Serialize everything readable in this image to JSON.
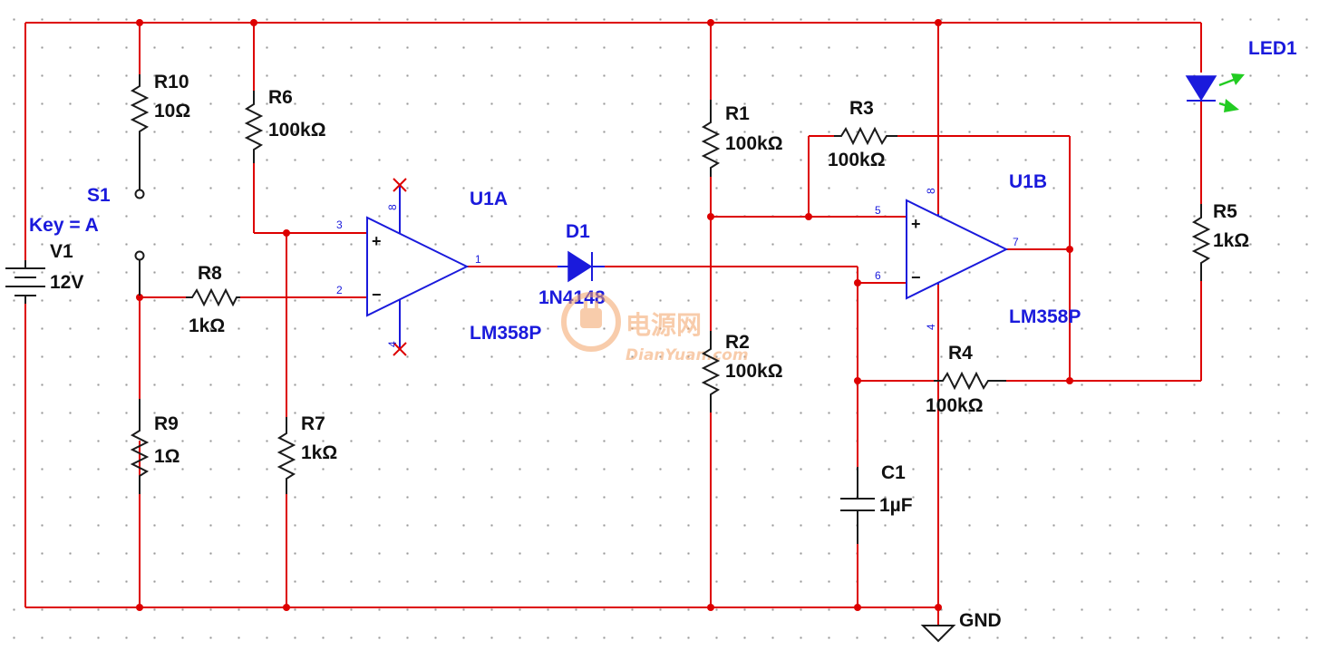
{
  "components": {
    "V1": {
      "ref": "V1",
      "value": "12V"
    },
    "S1": {
      "ref": "S1",
      "key": "Key = A"
    },
    "R10": {
      "ref": "R10",
      "value": "10Ω"
    },
    "R6": {
      "ref": "R6",
      "value": "100kΩ"
    },
    "R8": {
      "ref": "R8",
      "value": "1kΩ"
    },
    "R9": {
      "ref": "R9",
      "value": "1Ω"
    },
    "R7": {
      "ref": "R7",
      "value": "1kΩ"
    },
    "U1A": {
      "ref": "U1A",
      "part": "LM358P",
      "pins": [
        "8",
        "3",
        "2",
        "1",
        "4"
      ]
    },
    "D1": {
      "ref": "D1",
      "part": "1N4148"
    },
    "R1": {
      "ref": "R1",
      "value": "100kΩ"
    },
    "R2": {
      "ref": "R2",
      "value": "100kΩ"
    },
    "R3": {
      "ref": "R3",
      "value": "100kΩ"
    },
    "R4": {
      "ref": "R4",
      "value": "100kΩ"
    },
    "R5": {
      "ref": "R5",
      "value": "1kΩ"
    },
    "C1": {
      "ref": "C1",
      "value": "1µF"
    },
    "U1B": {
      "ref": "U1B",
      "part": "LM358P",
      "pins": [
        "8",
        "5",
        "6",
        "7",
        "4"
      ]
    },
    "LED1": {
      "ref": "LED1"
    },
    "GND": {
      "ref": "GND"
    }
  },
  "opamp_signs": {
    "plus": "+",
    "minus": "−"
  },
  "watermark": {
    "cn": "电源网",
    "en": "DianYuan.com"
  },
  "colors": {
    "wire": "#dd0000",
    "component": "#1a1a1a",
    "label_blue": "#1a1adc",
    "led_blue": "#1a1adc",
    "led_arrow": "#22cc22",
    "no_connect": "#dd0000",
    "watermark": "#f4a468"
  }
}
